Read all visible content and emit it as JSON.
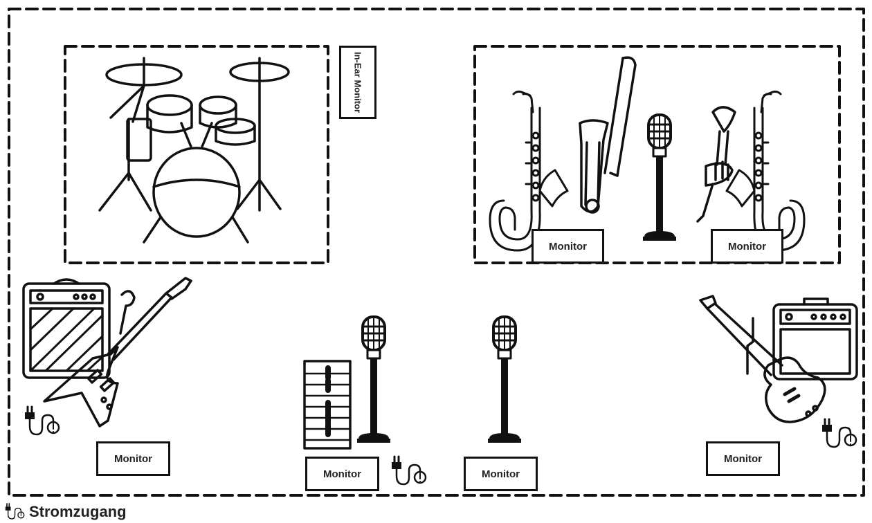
{
  "stage_labels": {
    "in_ear_monitor": "In-Ear Monitor",
    "monitor": "Monitor"
  },
  "legend": {
    "icon": "power-plug-icon",
    "label": "Stromzugang"
  },
  "colors": {
    "line": "#111111",
    "background": "#ffffff"
  }
}
